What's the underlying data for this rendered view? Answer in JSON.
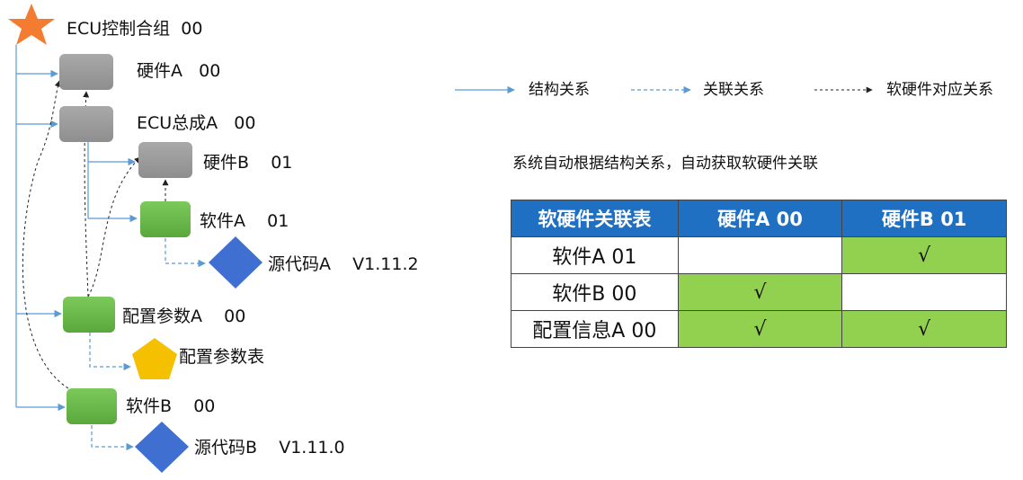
{
  "tree": {
    "root_label": "ECU控制合组  00",
    "nodes": {
      "hw_a": "硬件A   00",
      "ecu_a": "ECU总成A   00",
      "hw_b": "硬件B    01",
      "sw_a": "软件A    01",
      "src_a": "源代码A    V1.11.2",
      "cfg_a": "配置参数A    00",
      "cfg_table": "配置参数表",
      "sw_b": "软件B    00",
      "src_b": "源代码B    V1.11.0"
    }
  },
  "legend": {
    "structure": "结构关系",
    "association": "关联关系",
    "sw_hw": "软硬件对应关系"
  },
  "caption": "系统自动根据结构关系，自动获取软硬件关联",
  "matrix": {
    "headers": [
      "软硬件关联表",
      "硬件A 00",
      "硬件B 01"
    ],
    "rows": [
      {
        "label": "软件A 01",
        "cells": [
          "",
          "√"
        ]
      },
      {
        "label": "软件B 00",
        "cells": [
          "√",
          ""
        ]
      },
      {
        "label": "配置信息A 00",
        "cells": [
          "√",
          "√"
        ]
      }
    ]
  },
  "colors": {
    "structure_line": "#5b9bd5",
    "gray_node": "#9e9e9e",
    "green_node": "#6ab84a",
    "diamond": "#3f6fd0",
    "pentagon": "#f5c000",
    "star": "#f47c30",
    "header_bg": "#1f6fc3",
    "check_bg": "#92d050"
  },
  "icons": {
    "root": "star-icon",
    "source": "diamond-icon",
    "config_table": "pentagon-icon"
  }
}
